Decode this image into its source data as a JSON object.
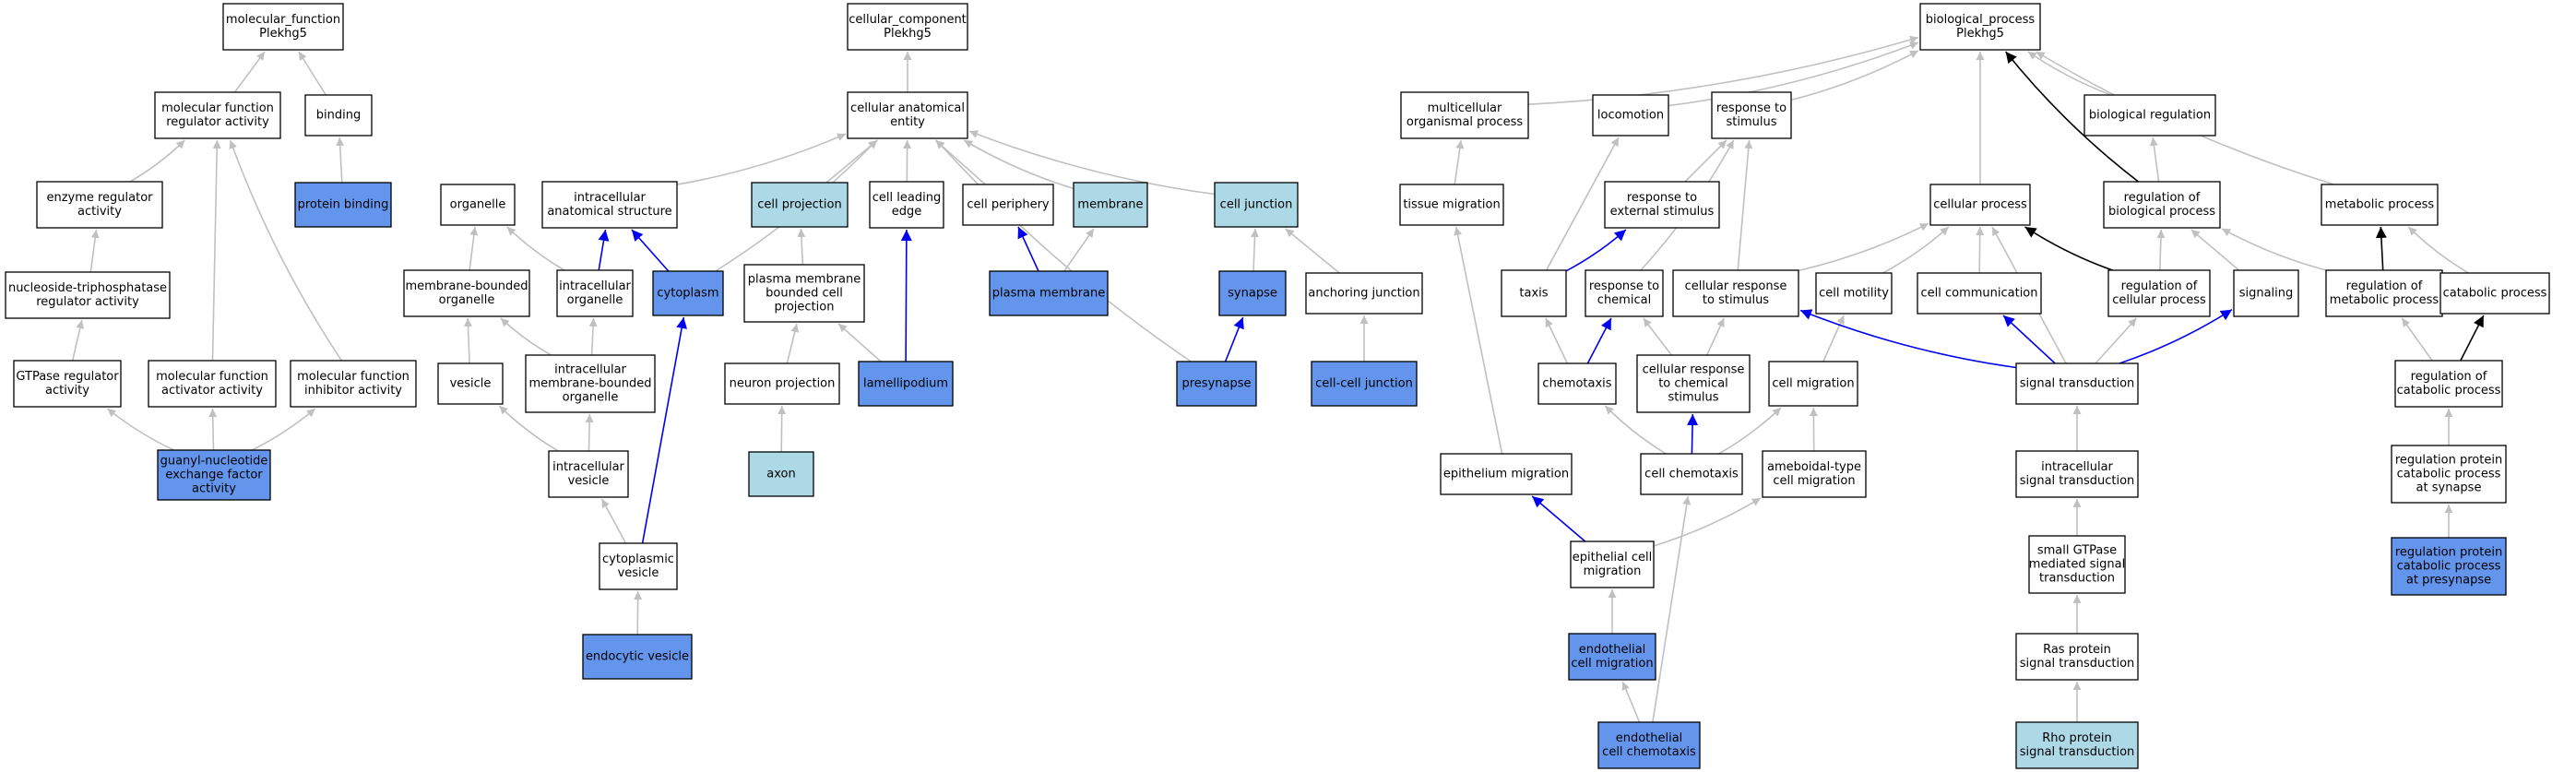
{
  "colors": {
    "plain": "#ffffff",
    "light": "#add8e6",
    "annotated": "#6495ed",
    "gray_edge": "#c0c0c0",
    "black_edge": "#000000",
    "blue_edge": "#0000ee"
  },
  "nodes": [
    {
      "id": "mf_root",
      "lines": [
        "molecular_function",
        "Plekhg5"
      ],
      "style": "plain"
    },
    {
      "id": "mf_reg",
      "lines": [
        "molecular function",
        "regulator activity"
      ],
      "style": "plain"
    },
    {
      "id": "binding",
      "lines": [
        "binding"
      ],
      "style": "plain"
    },
    {
      "id": "protein_binding",
      "lines": [
        "protein binding"
      ],
      "style": "annotated"
    },
    {
      "id": "enzyme_reg",
      "lines": [
        "enzyme regulator",
        "activity"
      ],
      "style": "plain"
    },
    {
      "id": "ntp_reg",
      "lines": [
        "nucleoside-triphosphatase",
        "regulator activity"
      ],
      "style": "plain"
    },
    {
      "id": "gtpase_reg",
      "lines": [
        "GTPase regulator",
        "activity"
      ],
      "style": "plain"
    },
    {
      "id": "mf_act",
      "lines": [
        "molecular function",
        "activator activity"
      ],
      "style": "plain"
    },
    {
      "id": "mf_inh",
      "lines": [
        "molecular function",
        "inhibitor activity"
      ],
      "style": "plain"
    },
    {
      "id": "gef",
      "lines": [
        "guanyl-nucleotide",
        "exchange factor",
        "activity"
      ],
      "style": "annotated"
    },
    {
      "id": "cc_root",
      "lines": [
        "cellular_component",
        "Plekhg5"
      ],
      "style": "plain"
    },
    {
      "id": "cae",
      "lines": [
        "cellular anatomical",
        "entity"
      ],
      "style": "plain"
    },
    {
      "id": "organelle",
      "lines": [
        "organelle"
      ],
      "style": "plain"
    },
    {
      "id": "ias",
      "lines": [
        "intracellular",
        "anatomical structure"
      ],
      "style": "plain"
    },
    {
      "id": "cell_proj",
      "lines": [
        "cell projection"
      ],
      "style": "light"
    },
    {
      "id": "cle",
      "lines": [
        "cell leading",
        "edge"
      ],
      "style": "plain"
    },
    {
      "id": "cell_periph",
      "lines": [
        "cell periphery"
      ],
      "style": "plain"
    },
    {
      "id": "membrane",
      "lines": [
        "membrane"
      ],
      "style": "light"
    },
    {
      "id": "cell_junction",
      "lines": [
        "cell junction"
      ],
      "style": "light"
    },
    {
      "id": "mbo",
      "lines": [
        "membrane-bounded",
        "organelle"
      ],
      "style": "plain"
    },
    {
      "id": "intra_org",
      "lines": [
        "intracellular",
        "organelle"
      ],
      "style": "plain"
    },
    {
      "id": "cytoplasm",
      "lines": [
        "cytoplasm"
      ],
      "style": "annotated"
    },
    {
      "id": "pmbcp",
      "lines": [
        "plasma membrane",
        "bounded cell",
        "projection"
      ],
      "style": "plain"
    },
    {
      "id": "plasma_membrane",
      "lines": [
        "plasma membrane"
      ],
      "style": "annotated"
    },
    {
      "id": "synapse",
      "lines": [
        "synapse"
      ],
      "style": "annotated"
    },
    {
      "id": "anch_junction",
      "lines": [
        "anchoring junction"
      ],
      "style": "plain"
    },
    {
      "id": "vesicle",
      "lines": [
        "vesicle"
      ],
      "style": "plain"
    },
    {
      "id": "imbo",
      "lines": [
        "intracellular",
        "membrane-bounded",
        "organelle"
      ],
      "style": "plain"
    },
    {
      "id": "neuron_proj",
      "lines": [
        "neuron projection"
      ],
      "style": "plain"
    },
    {
      "id": "lamellipodium",
      "lines": [
        "lamellipodium"
      ],
      "style": "annotated"
    },
    {
      "id": "presynapse",
      "lines": [
        "presynapse"
      ],
      "style": "annotated"
    },
    {
      "id": "ccj",
      "lines": [
        "cell-cell junction"
      ],
      "style": "annotated"
    },
    {
      "id": "axon",
      "lines": [
        "axon"
      ],
      "style": "light"
    },
    {
      "id": "intra_ves",
      "lines": [
        "intracellular",
        "vesicle"
      ],
      "style": "plain"
    },
    {
      "id": "cyto_ves",
      "lines": [
        "cytoplasmic",
        "vesicle"
      ],
      "style": "plain"
    },
    {
      "id": "endo_ves",
      "lines": [
        "endocytic vesicle"
      ],
      "style": "annotated"
    },
    {
      "id": "bp_root",
      "lines": [
        "biological_process",
        "Plekhg5"
      ],
      "style": "plain"
    },
    {
      "id": "mop",
      "lines": [
        "multicellular",
        "organismal process"
      ],
      "style": "plain"
    },
    {
      "id": "locomotion",
      "lines": [
        "locomotion"
      ],
      "style": "plain"
    },
    {
      "id": "rts",
      "lines": [
        "response to",
        "stimulus"
      ],
      "style": "plain"
    },
    {
      "id": "bio_reg",
      "lines": [
        "biological regulation"
      ],
      "style": "plain"
    },
    {
      "id": "tissue_mig",
      "lines": [
        "tissue migration"
      ],
      "style": "plain"
    },
    {
      "id": "rtes",
      "lines": [
        "response to",
        "external stimulus"
      ],
      "style": "plain"
    },
    {
      "id": "cell_proc",
      "lines": [
        "cellular process"
      ],
      "style": "plain"
    },
    {
      "id": "rbp",
      "lines": [
        "regulation of",
        "biological process"
      ],
      "style": "plain"
    },
    {
      "id": "metab",
      "lines": [
        "metabolic process"
      ],
      "style": "plain"
    },
    {
      "id": "taxis",
      "lines": [
        "taxis"
      ],
      "style": "plain"
    },
    {
      "id": "rtc",
      "lines": [
        "response to",
        "chemical"
      ],
      "style": "plain"
    },
    {
      "id": "crts",
      "lines": [
        "cellular response",
        "to stimulus"
      ],
      "style": "plain"
    },
    {
      "id": "cell_mot",
      "lines": [
        "cell motility"
      ],
      "style": "plain"
    },
    {
      "id": "cell_comm",
      "lines": [
        "cell communication"
      ],
      "style": "plain"
    },
    {
      "id": "rcp",
      "lines": [
        "regulation of",
        "cellular process"
      ],
      "style": "plain"
    },
    {
      "id": "signaling",
      "lines": [
        "signaling"
      ],
      "style": "plain"
    },
    {
      "id": "rmp",
      "lines": [
        "regulation of",
        "metabolic process"
      ],
      "style": "plain"
    },
    {
      "id": "catab",
      "lines": [
        "catabolic process"
      ],
      "style": "plain"
    },
    {
      "id": "chemotaxis",
      "lines": [
        "chemotaxis"
      ],
      "style": "plain"
    },
    {
      "id": "crtcs",
      "lines": [
        "cellular response",
        "to chemical",
        "stimulus"
      ],
      "style": "plain"
    },
    {
      "id": "cell_mig",
      "lines": [
        "cell migration"
      ],
      "style": "plain"
    },
    {
      "id": "sig_trans",
      "lines": [
        "signal transduction"
      ],
      "style": "plain"
    },
    {
      "id": "rcatp",
      "lines": [
        "regulation of",
        "catabolic process"
      ],
      "style": "plain"
    },
    {
      "id": "epi_mig",
      "lines": [
        "epithelium migration"
      ],
      "style": "plain"
    },
    {
      "id": "cell_chemo",
      "lines": [
        "cell chemotaxis"
      ],
      "style": "plain"
    },
    {
      "id": "amoe",
      "lines": [
        "ameboidal-type",
        "cell migration"
      ],
      "style": "plain"
    },
    {
      "id": "intra_st",
      "lines": [
        "intracellular",
        "signal transduction"
      ],
      "style": "plain"
    },
    {
      "id": "rpcps",
      "lines": [
        "regulation protein",
        "catabolic process",
        "at synapse"
      ],
      "style": "plain"
    },
    {
      "id": "epi_cell_mig",
      "lines": [
        "epithelial cell",
        "migration"
      ],
      "style": "plain"
    },
    {
      "id": "sgtp",
      "lines": [
        "small GTPase",
        "mediated signal",
        "transduction"
      ],
      "style": "plain"
    },
    {
      "id": "rpcpp",
      "lines": [
        "regulation protein",
        "catabolic process",
        "at presynapse"
      ],
      "style": "annotated"
    },
    {
      "id": "endo_cell_mig",
      "lines": [
        "endothelial",
        "cell migration"
      ],
      "style": "annotated"
    },
    {
      "id": "ras",
      "lines": [
        "Ras protein",
        "signal transduction"
      ],
      "style": "plain"
    },
    {
      "id": "endo_chemo",
      "lines": [
        "endothelial",
        "cell chemotaxis"
      ],
      "style": "annotated"
    },
    {
      "id": "rho",
      "lines": [
        "Rho protein",
        "signal transduction"
      ],
      "style": "light"
    }
  ],
  "edges": [
    {
      "from": "mf_reg",
      "to": "mf_root",
      "color": "gray"
    },
    {
      "from": "binding",
      "to": "mf_root",
      "color": "gray"
    },
    {
      "from": "protein_binding",
      "to": "binding",
      "color": "gray"
    },
    {
      "from": "enzyme_reg",
      "to": "mf_reg",
      "color": "gray"
    },
    {
      "from": "ntp_reg",
      "to": "enzyme_reg",
      "color": "gray"
    },
    {
      "from": "gtpase_reg",
      "to": "ntp_reg",
      "color": "gray"
    },
    {
      "from": "mf_act",
      "to": "mf_reg",
      "color": "gray"
    },
    {
      "from": "mf_inh",
      "to": "mf_reg",
      "color": "gray"
    },
    {
      "from": "gef",
      "to": "gtpase_reg",
      "color": "gray"
    },
    {
      "from": "gef",
      "to": "mf_act",
      "color": "gray"
    },
    {
      "from": "gef",
      "to": "mf_inh",
      "color": "gray"
    },
    {
      "from": "cae",
      "to": "cc_root",
      "color": "gray"
    },
    {
      "from": "ias",
      "to": "cae",
      "color": "gray"
    },
    {
      "from": "cell_proj",
      "to": "cae",
      "color": "gray"
    },
    {
      "from": "cle",
      "to": "cae",
      "color": "gray"
    },
    {
      "from": "cell_periph",
      "to": "cae",
      "color": "gray"
    },
    {
      "from": "membrane",
      "to": "cae",
      "color": "gray"
    },
    {
      "from": "cell_junction",
      "to": "cae",
      "color": "gray"
    },
    {
      "from": "cytoplasm",
      "to": "cae",
      "color": "gray"
    },
    {
      "from": "presynapse",
      "to": "cae",
      "color": "gray"
    },
    {
      "from": "mbo",
      "to": "organelle",
      "color": "gray"
    },
    {
      "from": "intra_org",
      "to": "organelle",
      "color": "gray"
    },
    {
      "from": "intra_org",
      "to": "ias",
      "color": "blue"
    },
    {
      "from": "cytoplasm",
      "to": "ias",
      "color": "blue"
    },
    {
      "from": "pmbcp",
      "to": "cell_proj",
      "color": "gray"
    },
    {
      "from": "lamellipodium",
      "to": "cle",
      "color": "blue"
    },
    {
      "from": "plasma_membrane",
      "to": "cell_periph",
      "color": "blue"
    },
    {
      "from": "plasma_membrane",
      "to": "membrane",
      "color": "gray"
    },
    {
      "from": "synapse",
      "to": "cell_junction",
      "color": "gray"
    },
    {
      "from": "anch_junction",
      "to": "cell_junction",
      "color": "gray"
    },
    {
      "from": "vesicle",
      "to": "mbo",
      "color": "gray"
    },
    {
      "from": "imbo",
      "to": "mbo",
      "color": "gray"
    },
    {
      "from": "imbo",
      "to": "intra_org",
      "color": "gray"
    },
    {
      "from": "neuron_proj",
      "to": "pmbcp",
      "color": "gray"
    },
    {
      "from": "lamellipodium",
      "to": "pmbcp",
      "color": "gray"
    },
    {
      "from": "presynapse",
      "to": "synapse",
      "color": "blue"
    },
    {
      "from": "ccj",
      "to": "anch_junction",
      "color": "gray"
    },
    {
      "from": "axon",
      "to": "neuron_proj",
      "color": "gray"
    },
    {
      "from": "intra_ves",
      "to": "vesicle",
      "color": "gray"
    },
    {
      "from": "intra_ves",
      "to": "imbo",
      "color": "gray"
    },
    {
      "from": "cyto_ves",
      "to": "intra_ves",
      "color": "gray"
    },
    {
      "from": "cyto_ves",
      "to": "cytoplasm",
      "color": "blue"
    },
    {
      "from": "endo_ves",
      "to": "cyto_ves",
      "color": "gray"
    },
    {
      "from": "mop",
      "to": "bp_root",
      "color": "gray"
    },
    {
      "from": "locomotion",
      "to": "bp_root",
      "color": "gray"
    },
    {
      "from": "rts",
      "to": "bp_root",
      "color": "gray"
    },
    {
      "from": "bio_reg",
      "to": "bp_root",
      "color": "gray"
    },
    {
      "from": "cell_proc",
      "to": "bp_root",
      "color": "gray"
    },
    {
      "from": "rbp",
      "to": "bp_root",
      "color": "black"
    },
    {
      "from": "metab",
      "to": "bp_root",
      "color": "gray"
    },
    {
      "from": "tissue_mig",
      "to": "mop",
      "color": "gray"
    },
    {
      "from": "rtes",
      "to": "rts",
      "color": "gray"
    },
    {
      "from": "rbp",
      "to": "bio_reg",
      "color": "gray"
    },
    {
      "from": "taxis",
      "to": "locomotion",
      "color": "gray"
    },
    {
      "from": "taxis",
      "to": "rtes",
      "color": "blue"
    },
    {
      "from": "rtc",
      "to": "rts",
      "color": "gray"
    },
    {
      "from": "crts",
      "to": "rts",
      "color": "gray"
    },
    {
      "from": "crts",
      "to": "cell_proc",
      "color": "gray"
    },
    {
      "from": "cell_mot",
      "to": "cell_proc",
      "color": "gray"
    },
    {
      "from": "cell_comm",
      "to": "cell_proc",
      "color": "gray"
    },
    {
      "from": "rcp",
      "to": "cell_proc",
      "color": "black"
    },
    {
      "from": "rcp",
      "to": "rbp",
      "color": "gray"
    },
    {
      "from": "signaling",
      "to": "rbp",
      "color": "gray"
    },
    {
      "from": "rmp",
      "to": "rbp",
      "color": "gray"
    },
    {
      "from": "rmp",
      "to": "metab",
      "color": "black"
    },
    {
      "from": "catab",
      "to": "metab",
      "color": "gray"
    },
    {
      "from": "chemotaxis",
      "to": "taxis",
      "color": "gray"
    },
    {
      "from": "chemotaxis",
      "to": "rtc",
      "color": "blue"
    },
    {
      "from": "crtcs",
      "to": "rtc",
      "color": "gray"
    },
    {
      "from": "crtcs",
      "to": "crts",
      "color": "gray"
    },
    {
      "from": "cell_mig",
      "to": "cell_mot",
      "color": "gray"
    },
    {
      "from": "sig_trans",
      "to": "cell_comm",
      "color": "blue"
    },
    {
      "from": "sig_trans",
      "to": "cell_proc",
      "color": "gray"
    },
    {
      "from": "sig_trans",
      "to": "rcp",
      "color": "gray"
    },
    {
      "from": "sig_trans",
      "to": "signaling",
      "color": "blue"
    },
    {
      "from": "sig_trans",
      "to": "crts",
      "color": "blue"
    },
    {
      "from": "rcatp",
      "to": "rmp",
      "color": "gray"
    },
    {
      "from": "rcatp",
      "to": "catab",
      "color": "black"
    },
    {
      "from": "epi_mig",
      "to": "tissue_mig",
      "color": "gray"
    },
    {
      "from": "cell_chemo",
      "to": "chemotaxis",
      "color": "gray"
    },
    {
      "from": "cell_chemo",
      "to": "crtcs",
      "color": "blue"
    },
    {
      "from": "cell_chemo",
      "to": "cell_mig",
      "color": "gray"
    },
    {
      "from": "amoe",
      "to": "cell_mig",
      "color": "gray"
    },
    {
      "from": "intra_st",
      "to": "sig_trans",
      "color": "gray"
    },
    {
      "from": "rpcps",
      "to": "rcatp",
      "color": "gray"
    },
    {
      "from": "epi_cell_mig",
      "to": "epi_mig",
      "color": "blue"
    },
    {
      "from": "epi_cell_mig",
      "to": "amoe",
      "color": "gray"
    },
    {
      "from": "sgtp",
      "to": "intra_st",
      "color": "gray"
    },
    {
      "from": "rpcpp",
      "to": "rpcps",
      "color": "gray"
    },
    {
      "from": "endo_cell_mig",
      "to": "epi_cell_mig",
      "color": "gray"
    },
    {
      "from": "ras",
      "to": "sgtp",
      "color": "gray"
    },
    {
      "from": "endo_chemo",
      "to": "endo_cell_mig",
      "color": "gray"
    },
    {
      "from": "endo_chemo",
      "to": "cell_chemo",
      "color": "gray"
    },
    {
      "from": "rho",
      "to": "ras",
      "color": "gray"
    }
  ]
}
